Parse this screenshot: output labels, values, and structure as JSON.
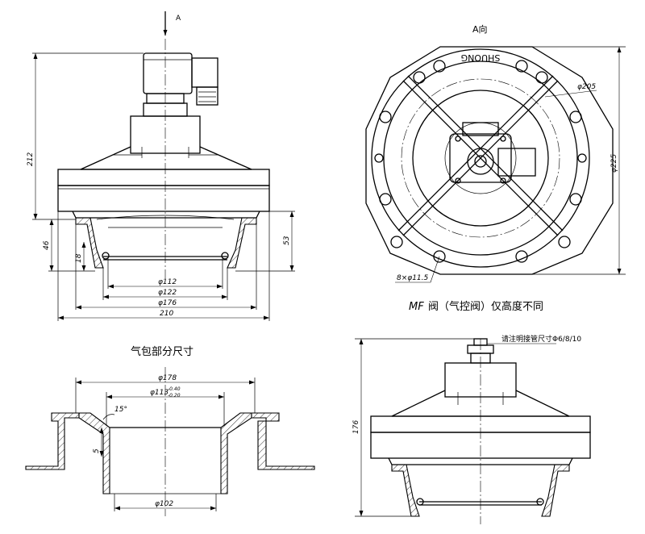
{
  "top_left_view": {
    "arrow_label": "A",
    "height_label": "212",
    "lower_left_label": "46",
    "inner_label": "18",
    "right_label": "53",
    "d1": "φ112",
    "d2": "φ122",
    "d3": "φ176",
    "d4": "210"
  },
  "top_right_view": {
    "title": "A向",
    "d_outer": "φ225",
    "d_pcd": "φ205",
    "holes": "8×φ11.5",
    "logo": "SHUONG",
    "caption_prefix": "MF",
    "caption_rest": "阀（气控阀）仅高度不同"
  },
  "bottom_left_view": {
    "title": "气包部分尺寸",
    "d1": "φ178",
    "d2": "φ113",
    "d2_tol_upper": "-0.40",
    "d2_tol_lower": "-0.20",
    "angle": "15°",
    "depth": "5",
    "d3": "φ102"
  },
  "bottom_right_view": {
    "height_label": "176",
    "note": "请注明接管尺寸Φ6/8/10"
  }
}
